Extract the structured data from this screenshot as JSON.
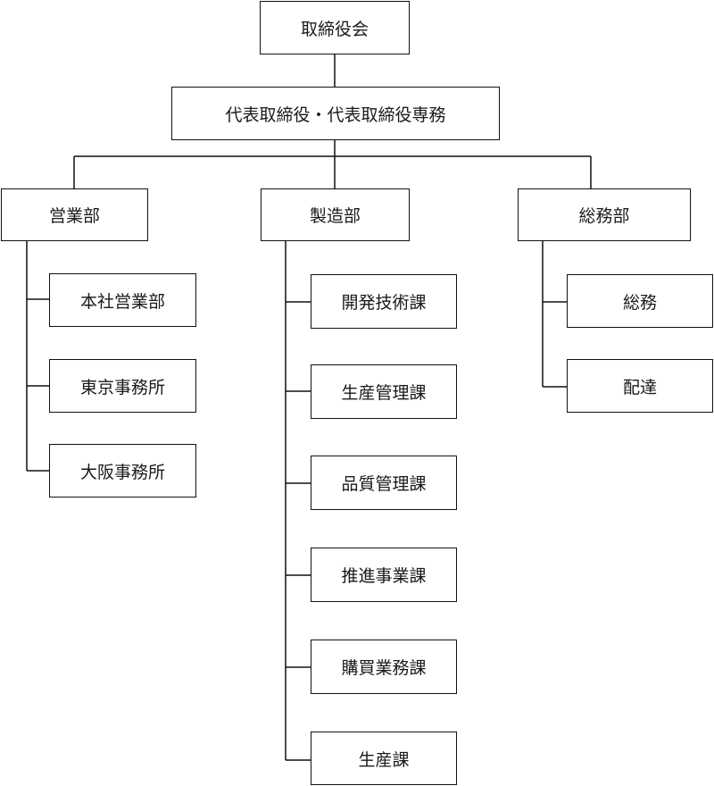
{
  "board": "取締役会",
  "executives": "代表取締役・代表取締役専務",
  "departments": {
    "sales": {
      "name": "営業部",
      "units": [
        "本社営業部",
        "東京事務所",
        "大阪事務所"
      ]
    },
    "manufacturing": {
      "name": "製造部",
      "units": [
        "開発技術課",
        "生産管理課",
        "品質管理課",
        "推進事業課",
        "購買業務課",
        "生産課"
      ]
    },
    "general_affairs": {
      "name": "総務部",
      "units": [
        "総務",
        "配達"
      ]
    }
  }
}
